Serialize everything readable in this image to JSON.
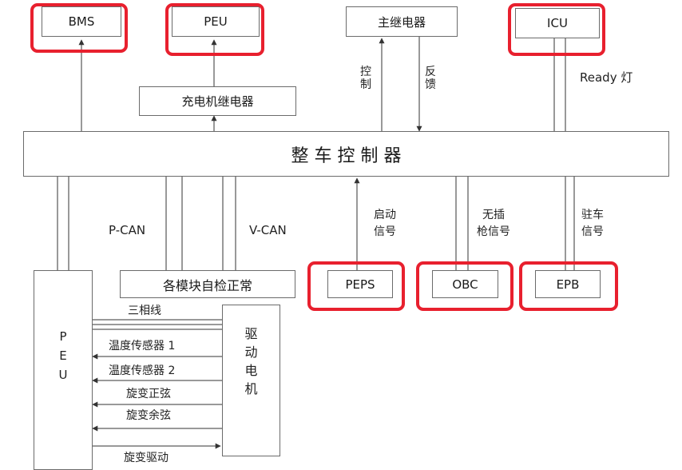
{
  "nodes": {
    "bms": "BMS",
    "peu_top": "PEU",
    "main_relay": "主继电器",
    "icu": "ICU",
    "charger_relay": "充电机继电器",
    "vcu": "整 车 控 制 器",
    "self_check": "各模块自检正常",
    "peps": "PEPS",
    "obc": "OBC",
    "epb": "EPB",
    "peu_left": "PEU",
    "motor": "驱动电机"
  },
  "labels": {
    "control": "控制",
    "feedback": "反馈",
    "ready_light": "Ready 灯",
    "p_can": "P-CAN",
    "v_can": "V-CAN",
    "start_signal_1": "启动",
    "start_signal_2": "信号",
    "no_plug_1": "无插",
    "no_plug_2": "枪信号",
    "parking_1": "驻车",
    "parking_2": "信号"
  },
  "signals": {
    "three_phase": "三相线",
    "temp_sensor_1": "温度传感器 1",
    "temp_sensor_2": "温度传感器 2",
    "resolver_sine": "旋变正弦",
    "resolver_cosine": "旋变余弦",
    "resolver_drive": "旋变驱动"
  },
  "colors": {
    "highlight": "#e8202e",
    "line": "#333333",
    "box_border": "#6b6b6b"
  }
}
